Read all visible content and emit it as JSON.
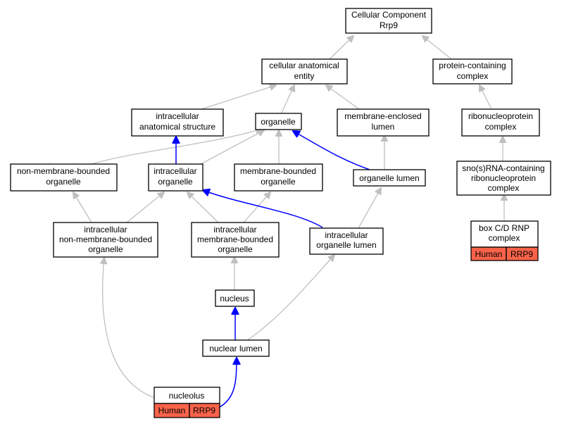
{
  "colors": {
    "is_a_edge": "#c0c0c0",
    "part_of_edge": "#0000ff",
    "species_cell": "#f9634a"
  },
  "nodes": {
    "cc_root": [
      "Cellular Component",
      "Rrp9"
    ],
    "cellular_anatomical_entity": [
      "cellular anatomical",
      "entity"
    ],
    "protein_containing_complex": [
      "protein-containing",
      "complex"
    ],
    "intracellular_anatomical_structure": [
      "intracellular",
      "anatomical structure"
    ],
    "organelle": [
      "organelle"
    ],
    "membrane_enclosed_lumen": [
      "membrane-enclosed",
      "lumen"
    ],
    "ribonucleoprotein_complex": [
      "ribonucleoprotein",
      "complex"
    ],
    "non_membrane_bounded_organelle": [
      "non-membrane-bounded",
      "organelle"
    ],
    "intracellular_organelle": [
      "intracellular",
      "organelle"
    ],
    "membrane_bounded_organelle": [
      "membrane-bounded",
      "organelle"
    ],
    "organelle_lumen": [
      "organelle lumen"
    ],
    "snorna_complex": [
      "sno(s)RNA-containing",
      "ribonucleoprotein",
      "complex"
    ],
    "intracellular_non_membrane_bounded_organelle": [
      "intracellular",
      "non-membrane-bounded",
      "organelle"
    ],
    "intracellular_membrane_bounded_organelle": [
      "intracellular",
      "membrane-bounded",
      "organelle"
    ],
    "intracellular_organelle_lumen": [
      "intracellular",
      "organelle lumen"
    ],
    "box_cd_rnp_complex": [
      "box C/D RNP",
      "complex"
    ],
    "nucleus": [
      "nucleus"
    ],
    "nuclear_lumen": [
      "nuclear lumen"
    ],
    "nucleolus": [
      "nucleolus"
    ]
  },
  "annotations": {
    "box_cd": {
      "species": "Human",
      "gene": "RRP9"
    },
    "nucleolus": {
      "species": "Human",
      "gene": "RRP9"
    }
  }
}
